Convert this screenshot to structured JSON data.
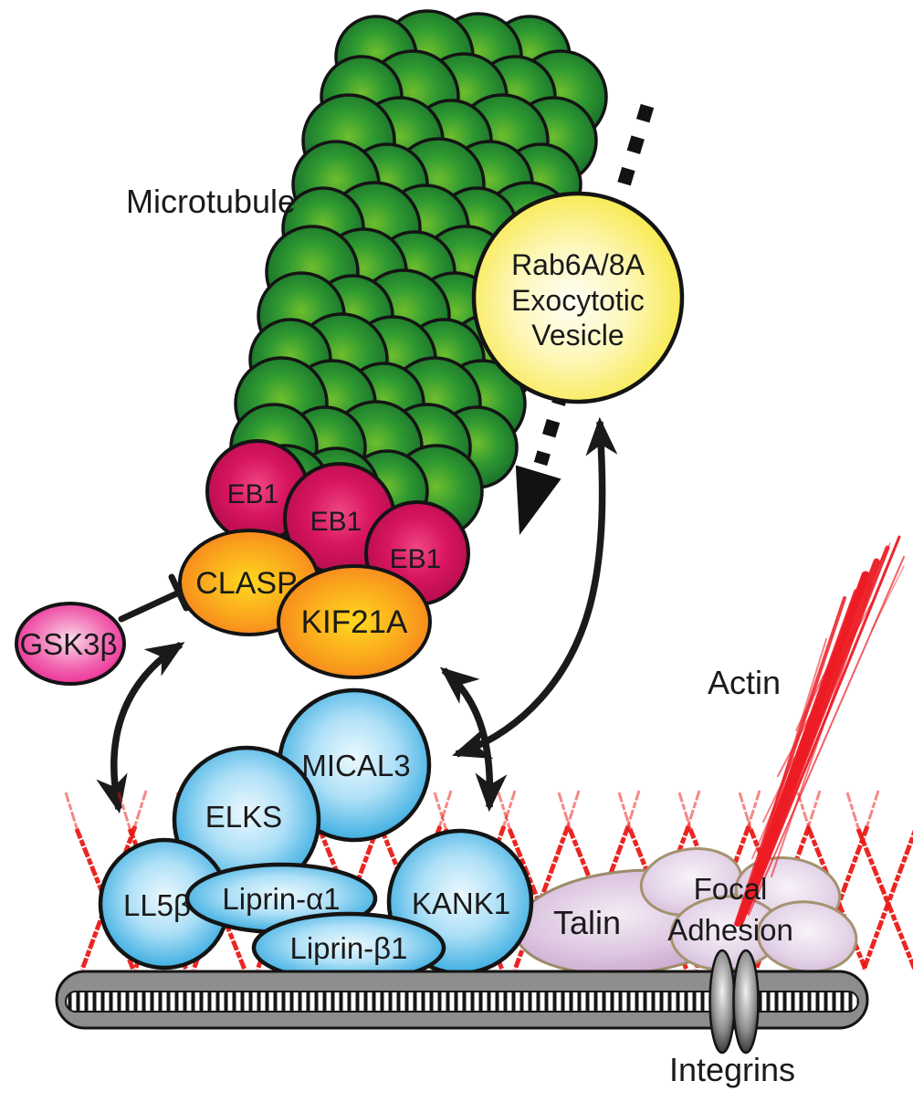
{
  "figure": {
    "microtubule_label": "Microtubule",
    "actin_label": "Actin",
    "integrins_label": "Integrins",
    "vesicle": {
      "line1": "Rab6A/8A",
      "line2": "Exocytotic",
      "line3": "Vesicle"
    },
    "proteins": {
      "eb1": "EB1",
      "clasp": "CLASP",
      "kif21a": "KIF21A",
      "gsk3b": "GSK3β",
      "mical3": "MICAL3",
      "elks": "ELKS",
      "ll5b": "LL5β",
      "liprin_a1": "Liprin-α1",
      "liprin_b1": "Liprin-β1",
      "kank1": "KANK1",
      "talin": "Talin",
      "focal_adhesion_line1": "Focal",
      "focal_adhesion_line2": "Adhesion"
    },
    "colors": {
      "microtubule_green": "#1f8a34",
      "eb1_crimson": "#d6135c",
      "motor_orange": "#f7941e",
      "gsk3b_pink": "#ec2290",
      "vesicle_yellow": "#f7e733",
      "cortical_blue": "#29a8e0",
      "adhesion_lavender": "#d7c3de",
      "membrane_gray": "#8a8a8a",
      "actin_red": "#ed1c24",
      "line_black": "#1a1a1a"
    }
  }
}
